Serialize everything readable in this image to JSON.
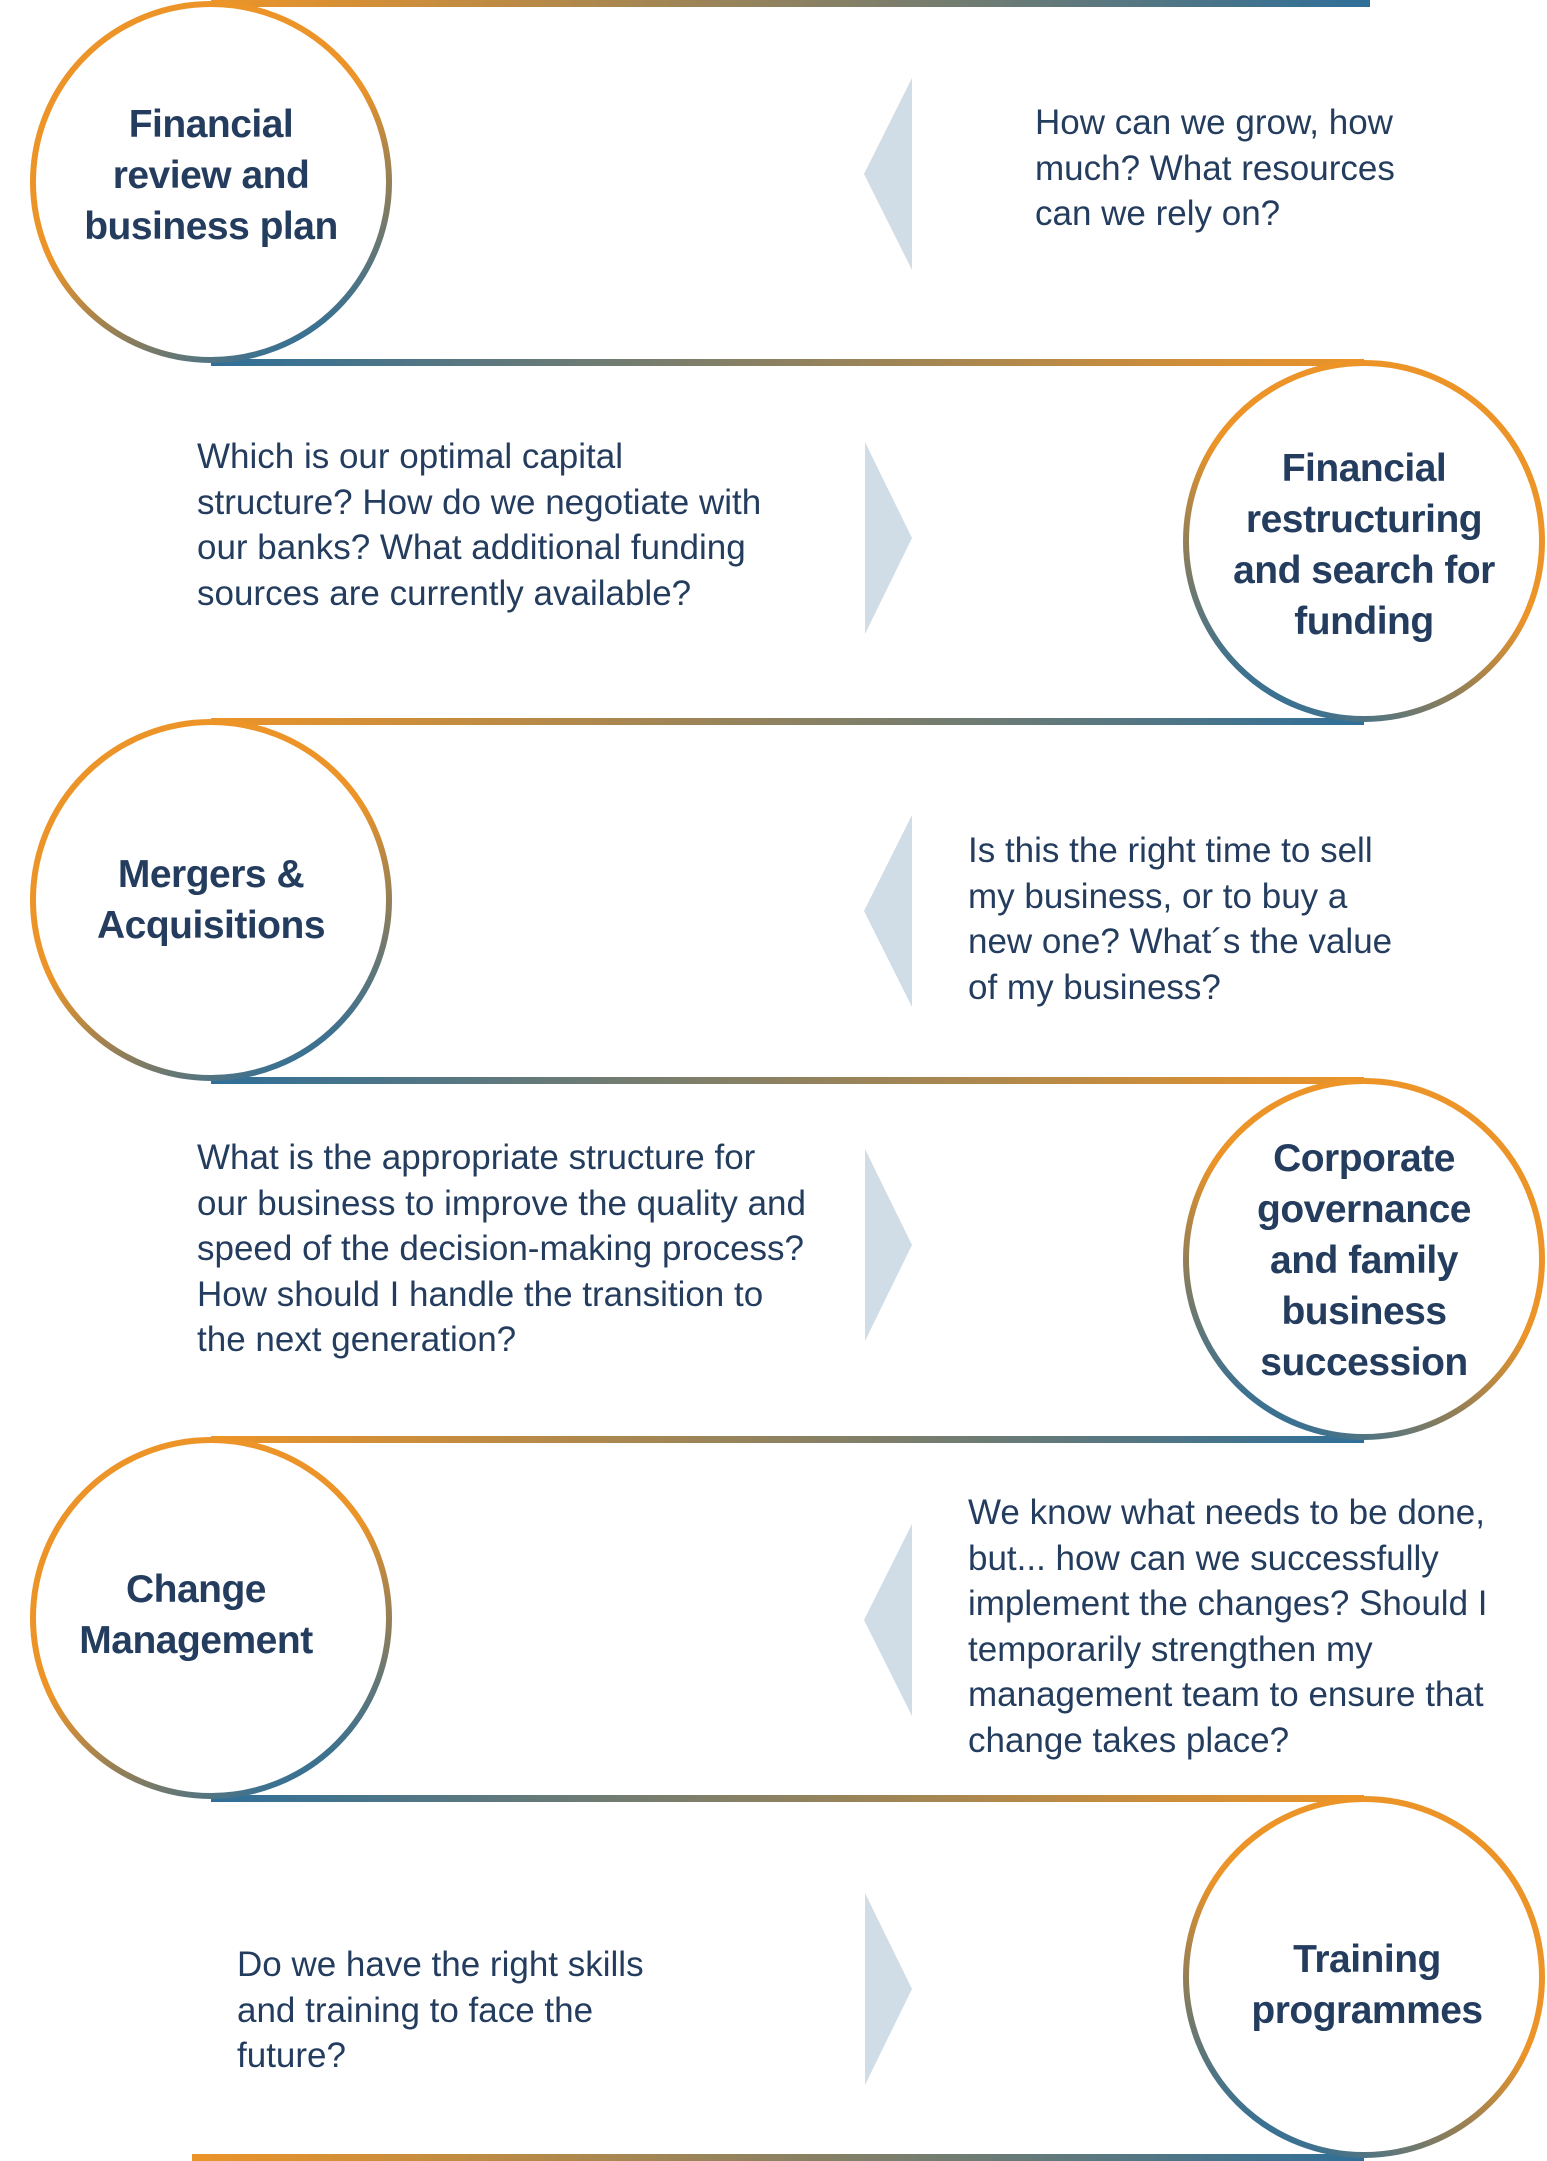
{
  "colors": {
    "orange": "#ec9428",
    "blue": "#2f6f99",
    "text": "#243d5e",
    "arrow": "#d0dde6"
  },
  "steps": [
    {
      "title": "Financial\nreview and\nbusiness plan",
      "question": "How can we grow, how\nmuch? What resources\ncan we rely on?",
      "circle_side": "left",
      "arrow_direction": "left"
    },
    {
      "title": "Financial\nrestructuring\nand search for\nfunding",
      "question": "Which is our optimal capital\nstructure? How do we negotiate with\nour banks? What additional funding\nsources are currently available?",
      "circle_side": "right",
      "arrow_direction": "right"
    },
    {
      "title": "Mergers &\nAcquisitions",
      "question": "Is this the right time to sell\nmy business, or to buy a\nnew one? What´s the value\nof my business?",
      "circle_side": "left",
      "arrow_direction": "left"
    },
    {
      "title": "Corporate\ngovernance\nand family\nbusiness\nsuccession",
      "question": "What is the appropriate structure for\nour business to improve the quality and\nspeed  of the decision-making process?\nHow should I handle the transition to\nthe next generation?",
      "circle_side": "right",
      "arrow_direction": "right"
    },
    {
      "title": "Change\nManagement",
      "question": "We know what needs to be done,\nbut... how can we successfully\nimplement the changes? Should I\ntemporarily strengthen my\nmanagement team to ensure that\nchange takes place?",
      "circle_side": "left",
      "arrow_direction": "left"
    },
    {
      "title": "Training\nprogrammes",
      "question": "Do we have the right skills\nand training to face the\nfuture?",
      "circle_side": "right",
      "arrow_direction": "right"
    }
  ]
}
